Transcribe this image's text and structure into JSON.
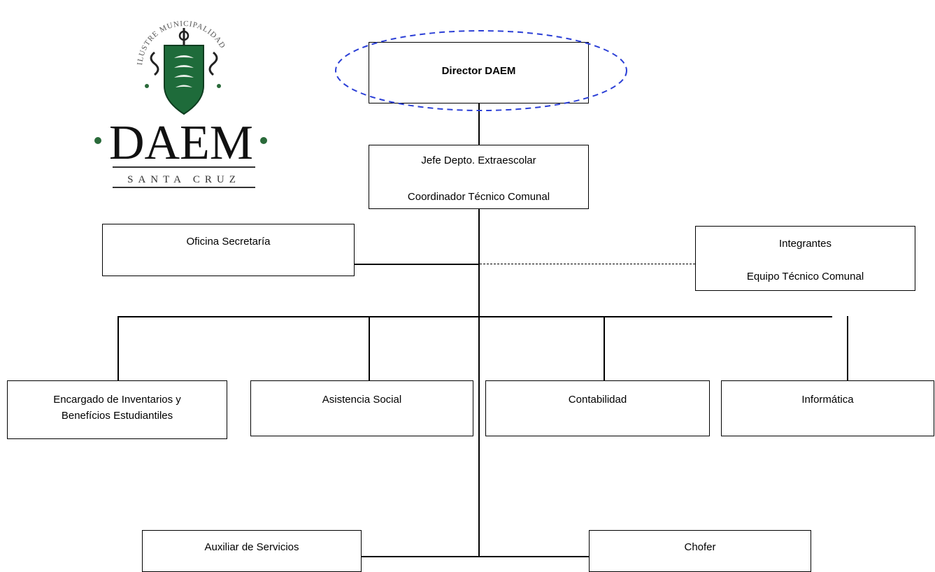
{
  "logo": {
    "arc_text": "ILUSTRE MUNICIPALIDAD",
    "brand": "DAEM",
    "place": "SANTA CRUZ",
    "icon": "municipal-shield-icon"
  },
  "colors": {
    "shield_green": "#1e6b3a",
    "highlight_ellipse": "#2b3fd6"
  },
  "chart": {
    "director": "Director DAEM",
    "jefe_line1": "Jefe Depto. Extraescolar",
    "jefe_line2": "Coordinador Técnico Comunal",
    "secretaria": "Oficina Secretaría",
    "integrantes_line1": "Integrantes",
    "integrantes_line2": "Equipo Técnico Comunal",
    "inventarios_line1": "Encargado de Inventarios y",
    "inventarios_line2": "Benefícios Estudiantiles",
    "asistencia": "Asistencia Social",
    "contabilidad": "Contabilidad",
    "informatica": "Informática",
    "auxiliar": "Auxiliar de Servicios",
    "chofer": "Chofer"
  }
}
